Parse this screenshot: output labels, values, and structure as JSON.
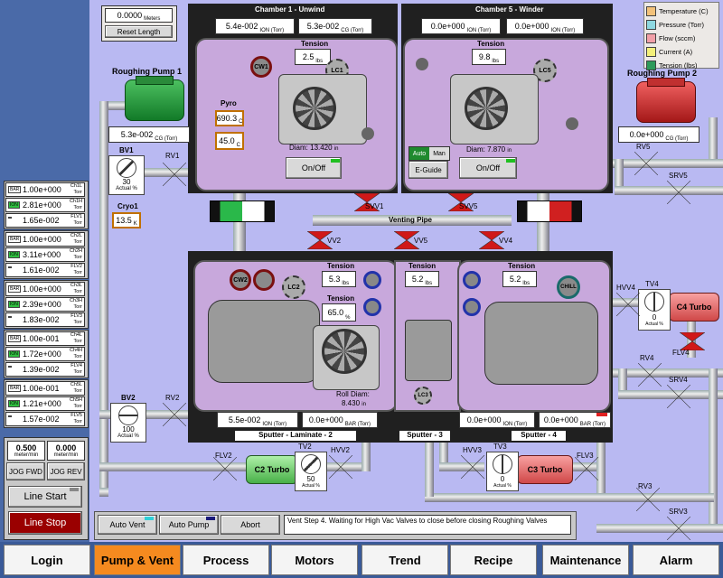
{
  "meter": {
    "value": "0.0000",
    "unit": "Meters",
    "reset_label": "Reset Length"
  },
  "legend": [
    {
      "label": "Temperature (C)",
      "color": "#f3c27a"
    },
    {
      "label": "Pressure (Torr)",
      "color": "#8ed8e0"
    },
    {
      "label": "Flow (sccm)",
      "color": "#f2a0a8"
    },
    {
      "label": "Current (A)",
      "color": "#f4f07a"
    },
    {
      "label": "Tension (lbs)",
      "color": "#2e9a5a"
    }
  ],
  "chamber1": {
    "title": "Chamber 1 - Unwind",
    "ion_value": "5.4e-002",
    "ion_unit": "ION (Torr)",
    "cg_value": "5.3e-002",
    "cg_unit": "CG (Torr)",
    "tension_label": "Tension",
    "tension_value": "2.5",
    "tension_unit": "lbs",
    "cw1": "CW1",
    "lc1": "LC1",
    "pyro_label": "Pyro",
    "pyro1": "690.3",
    "pyro1_unit": "C",
    "pyro2": "45.0",
    "pyro2_unit": "C",
    "diam_label": "Diam: 13.420",
    "diam_unit": "in",
    "onoff": "On/Off"
  },
  "chamber5": {
    "title": "Chamber 5 - Winder",
    "ion1_value": "0.0e+000",
    "ion1_unit": "ION (Torr)",
    "ion2_value": "0.0e+000",
    "ion2_unit": "ION (Torr)",
    "tension_label": "Tension",
    "tension_value": "9.8",
    "tension_unit": "lbs",
    "lc5": "LC5",
    "auto": "Auto",
    "man": "Man",
    "eguide": "E-Guide",
    "diam_label": "Diam: 7.870",
    "diam_unit": "in",
    "onoff": "On/Off"
  },
  "rp1": {
    "label": "Roughing Pump 1",
    "value": "5.3e-002",
    "unit": "CG (Torr)"
  },
  "rp2": {
    "label": "Roughing Pump 2",
    "value": "0.0e+000",
    "unit": "CG (Torr)"
  },
  "bv1": {
    "label": "BV1",
    "value": "30",
    "unit": "Actual %"
  },
  "bv2": {
    "label": "BV2",
    "value": "100",
    "unit": "Actual %"
  },
  "cryo": {
    "label": "Cryo1",
    "value": "13.5",
    "unit": "K"
  },
  "valves": {
    "rv1": "RV1",
    "rv2": "RV2",
    "rv3": "RV3",
    "rv4": "RV4",
    "rv5": "RV5",
    "srv3": "SRV3",
    "srv4": "SRV4",
    "srv5": "SRV5",
    "svv1": "SVV1",
    "svv5": "SVV5",
    "vv2": "VV2",
    "vv5": "VV5",
    "vv4": "VV4",
    "hvv2": "HVV2",
    "hvv3": "HVV3",
    "hvv4": "HVV4",
    "flv2": "FLV2",
    "flv3": "FLV3",
    "flv4": "FLV4",
    "tv2": "TV2",
    "tv3": "TV3",
    "tv4": "TV4"
  },
  "venting_pipe": "Venting Pipe",
  "sputter2": {
    "title": "Sputter - Laminate - 2",
    "tension1_label": "Tension",
    "tension1_value": "5.3",
    "tension1_unit": "lbs",
    "tension2_label": "Tension",
    "tension2_value": "65.0",
    "tension2_unit": "%",
    "cw2": "CW2",
    "lc2": "LC2",
    "roll_diam_label": "Roll Diam:",
    "roll_diam_value": "8.430",
    "roll_diam_unit": "in",
    "ion_value": "5.5e-002",
    "ion_unit": "ION (Torr)",
    "bar_value": "0.0e+000",
    "bar_unit": "BAR (Torr)"
  },
  "sputter3": {
    "title": "Sputter - 3",
    "tension_label": "Tension",
    "tension_value": "5.2",
    "tension_unit": "lbs",
    "lc3": "LC3"
  },
  "sputter4": {
    "title": "Sputter - 4",
    "tension_label": "Tension",
    "tension_value": "5.2",
    "tension_unit": "lbs",
    "chill": "CHILL",
    "ion_value": "0.0e+000",
    "ion_unit": "ION (Torr)",
    "bar_value": "0.0e+000",
    "bar_unit": "BAR (Torr)"
  },
  "turbos": [
    {
      "name": "C2 Turbo",
      "tv_value": "50",
      "tv_unit": "Actual %"
    },
    {
      "name": "C3 Turbo",
      "tv_value": "0",
      "tv_unit": "Actual %"
    },
    {
      "name": "C4 Turbo",
      "tv_value": "0",
      "tv_unit": "Actual %"
    }
  ],
  "channels": [
    {
      "rows": [
        {
          "tag": "BAR",
          "value": "1.00e+000",
          "name": "Ch1L",
          "unit": "Torr"
        },
        {
          "tag": "ION",
          "value": "2.81e+000",
          "name": "Ch1H",
          "unit": "Torr"
        },
        {
          "tag": "",
          "value": "1.65e-002",
          "name": "FLV1",
          "unit": "Torr"
        }
      ]
    },
    {
      "rows": [
        {
          "tag": "BAR",
          "value": "1.00e+000",
          "name": "Ch2L",
          "unit": "Torr"
        },
        {
          "tag": "ION",
          "value": "3.11e+000",
          "name": "Ch2H",
          "unit": "Torr"
        },
        {
          "tag": "",
          "value": "1.61e-002",
          "name": "FLV2",
          "unit": "Torr"
        }
      ]
    },
    {
      "rows": [
        {
          "tag": "BAR",
          "value": "1.00e+000",
          "name": "Ch3L",
          "unit": "Torr"
        },
        {
          "tag": "ION",
          "value": "2.39e+000",
          "name": "Ch3H",
          "unit": "Torr"
        },
        {
          "tag": "",
          "value": "1.83e-002",
          "name": "FLV3",
          "unit": "Torr"
        }
      ]
    },
    {
      "rows": [
        {
          "tag": "BAR",
          "value": "1.00e-001",
          "name": "Ch4L",
          "unit": "Torr"
        },
        {
          "tag": "ION",
          "value": "1.72e+000",
          "name": "Ch4H",
          "unit": "Torr"
        },
        {
          "tag": "",
          "value": "1.39e-002",
          "name": "FLV4",
          "unit": "Torr"
        }
      ]
    },
    {
      "rows": [
        {
          "tag": "BAR",
          "value": "1.00e-001",
          "name": "Ch5L",
          "unit": "Torr"
        },
        {
          "tag": "ION",
          "value": "1.21e+000",
          "name": "Ch5H",
          "unit": "Torr"
        },
        {
          "tag": "",
          "value": "1.57e-002",
          "name": "FLV5",
          "unit": "Torr"
        }
      ]
    }
  ],
  "speed": {
    "left_value": "0.500",
    "left_unit": "meter/min",
    "right_value": "0.000",
    "right_unit": "meter/min",
    "jog_fwd": "JOG FWD",
    "jog_rev": "JOG REV"
  },
  "line_start": "Line Start",
  "line_stop": "Line Stop",
  "controls": {
    "auto_vent": "Auto Vent",
    "auto_pump": "Auto Pump",
    "abort": "Abort"
  },
  "status_message": "Vent Step 4. Waiting for High Vac Valves to close before closing Roughing Valves",
  "tabs": [
    "Login",
    "Pump & Vent",
    "Process",
    "Motors",
    "Trend",
    "Recipe",
    "Maintenance",
    "Alarm"
  ],
  "active_tab": "Pump & Vent"
}
